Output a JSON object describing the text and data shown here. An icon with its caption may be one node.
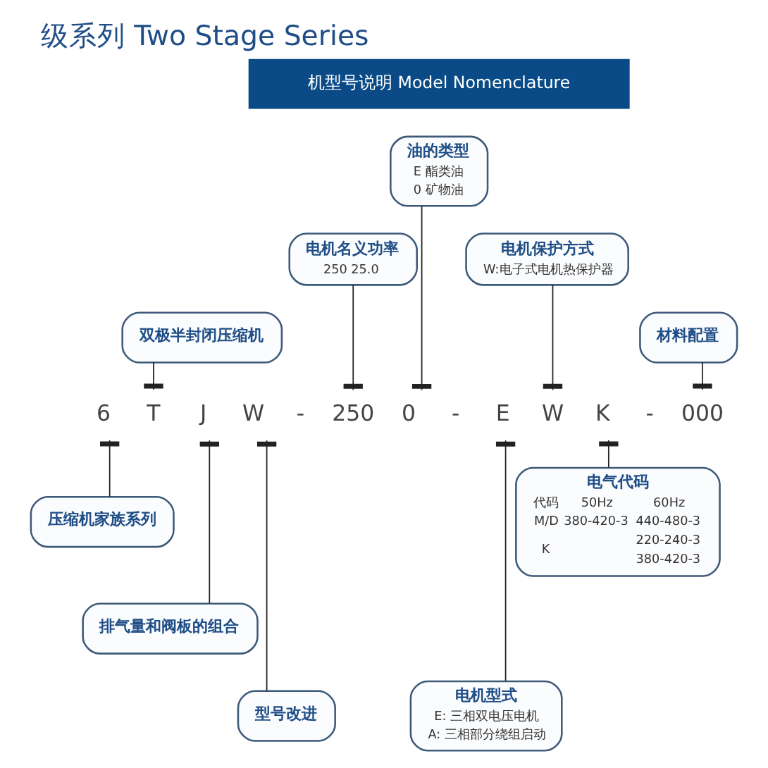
{
  "diagram": {
    "title": "级系列 Two Stage Series",
    "nodes": [
      {
        "text": [
          "油的类型",
          "E 酯类油",
          "0 矿物油"
        ]
      },
      {
        "text": [
          "电机名义功率",
          "250 25.0"
        ]
      },
      {
        "text": [
          "电机保护方式",
          "W:电子式电机热保护器"
        ]
      },
      {
        "text": [
          "双极半封闭压缩机"
        ]
      },
      {
        "text": [
          "材料配置"
        ]
      },
      {
        "text": [
          "6"
        ]
      },
      {
        "text": [
          "T"
        ]
      },
      {
        "text": [
          "J"
        ]
      },
      {
        "text": [
          "W"
        ]
      },
      {
        "text": [
          "250"
        ]
      },
      {
        "text": [
          "0"
        ]
      },
      {
        "text": [
          "E"
        ]
      },
      {
        "text": [
          "W"
        ]
      },
      {
        "text": [
          "K"
        ]
      },
      {
        "text": [
          "000"
        ]
      },
      {
        "text": [
          "压缩机家族系列"
        ]
      },
      {
        "text": [
          "电气代码",
          "代码",
          "50Hz",
          "60Hz",
          "M/D",
          "380-420-3",
          "440-480-3",
          "K",
          "220-240-3",
          "380-420-3"
        ]
      },
      {
        "text": [
          "排气量和阀板的组合"
        ]
      },
      {
        "text": [
          "型号改进"
        ]
      },
      {
        "text": [
          "电机型式",
          "E: 三相双电压电机",
          "A: 三相部分绕组启动"
        ]
      }
    ],
    "edges": [
      {
        "from": 0,
        "to": 10,
        "arrow": "other"
      },
      {
        "from": 1,
        "to": 9,
        "arrow": "other"
      },
      {
        "from": 2,
        "to": 12,
        "arrow": "other"
      },
      {
        "from": 3,
        "to": 6,
        "arrow": "other"
      },
      {
        "from": 4,
        "to": 14,
        "arrow": "other"
      },
      {
        "from": 15,
        "to": 5,
        "arrow": "other"
      },
      {
        "from": 16,
        "to": 13,
        "arrow": "other"
      },
      {
        "from": 17,
        "to": 7,
        "arrow": "other"
      },
      {
        "from": 18,
        "to": 8,
        "arrow": "other"
      },
      {
        "from": 19,
        "to": 11,
        "arrow": "other"
      }
    ],
    "labels": [
      "机型号说明 Model Nomenclature",
      "-",
      "-",
      "-"
    ]
  }
}
